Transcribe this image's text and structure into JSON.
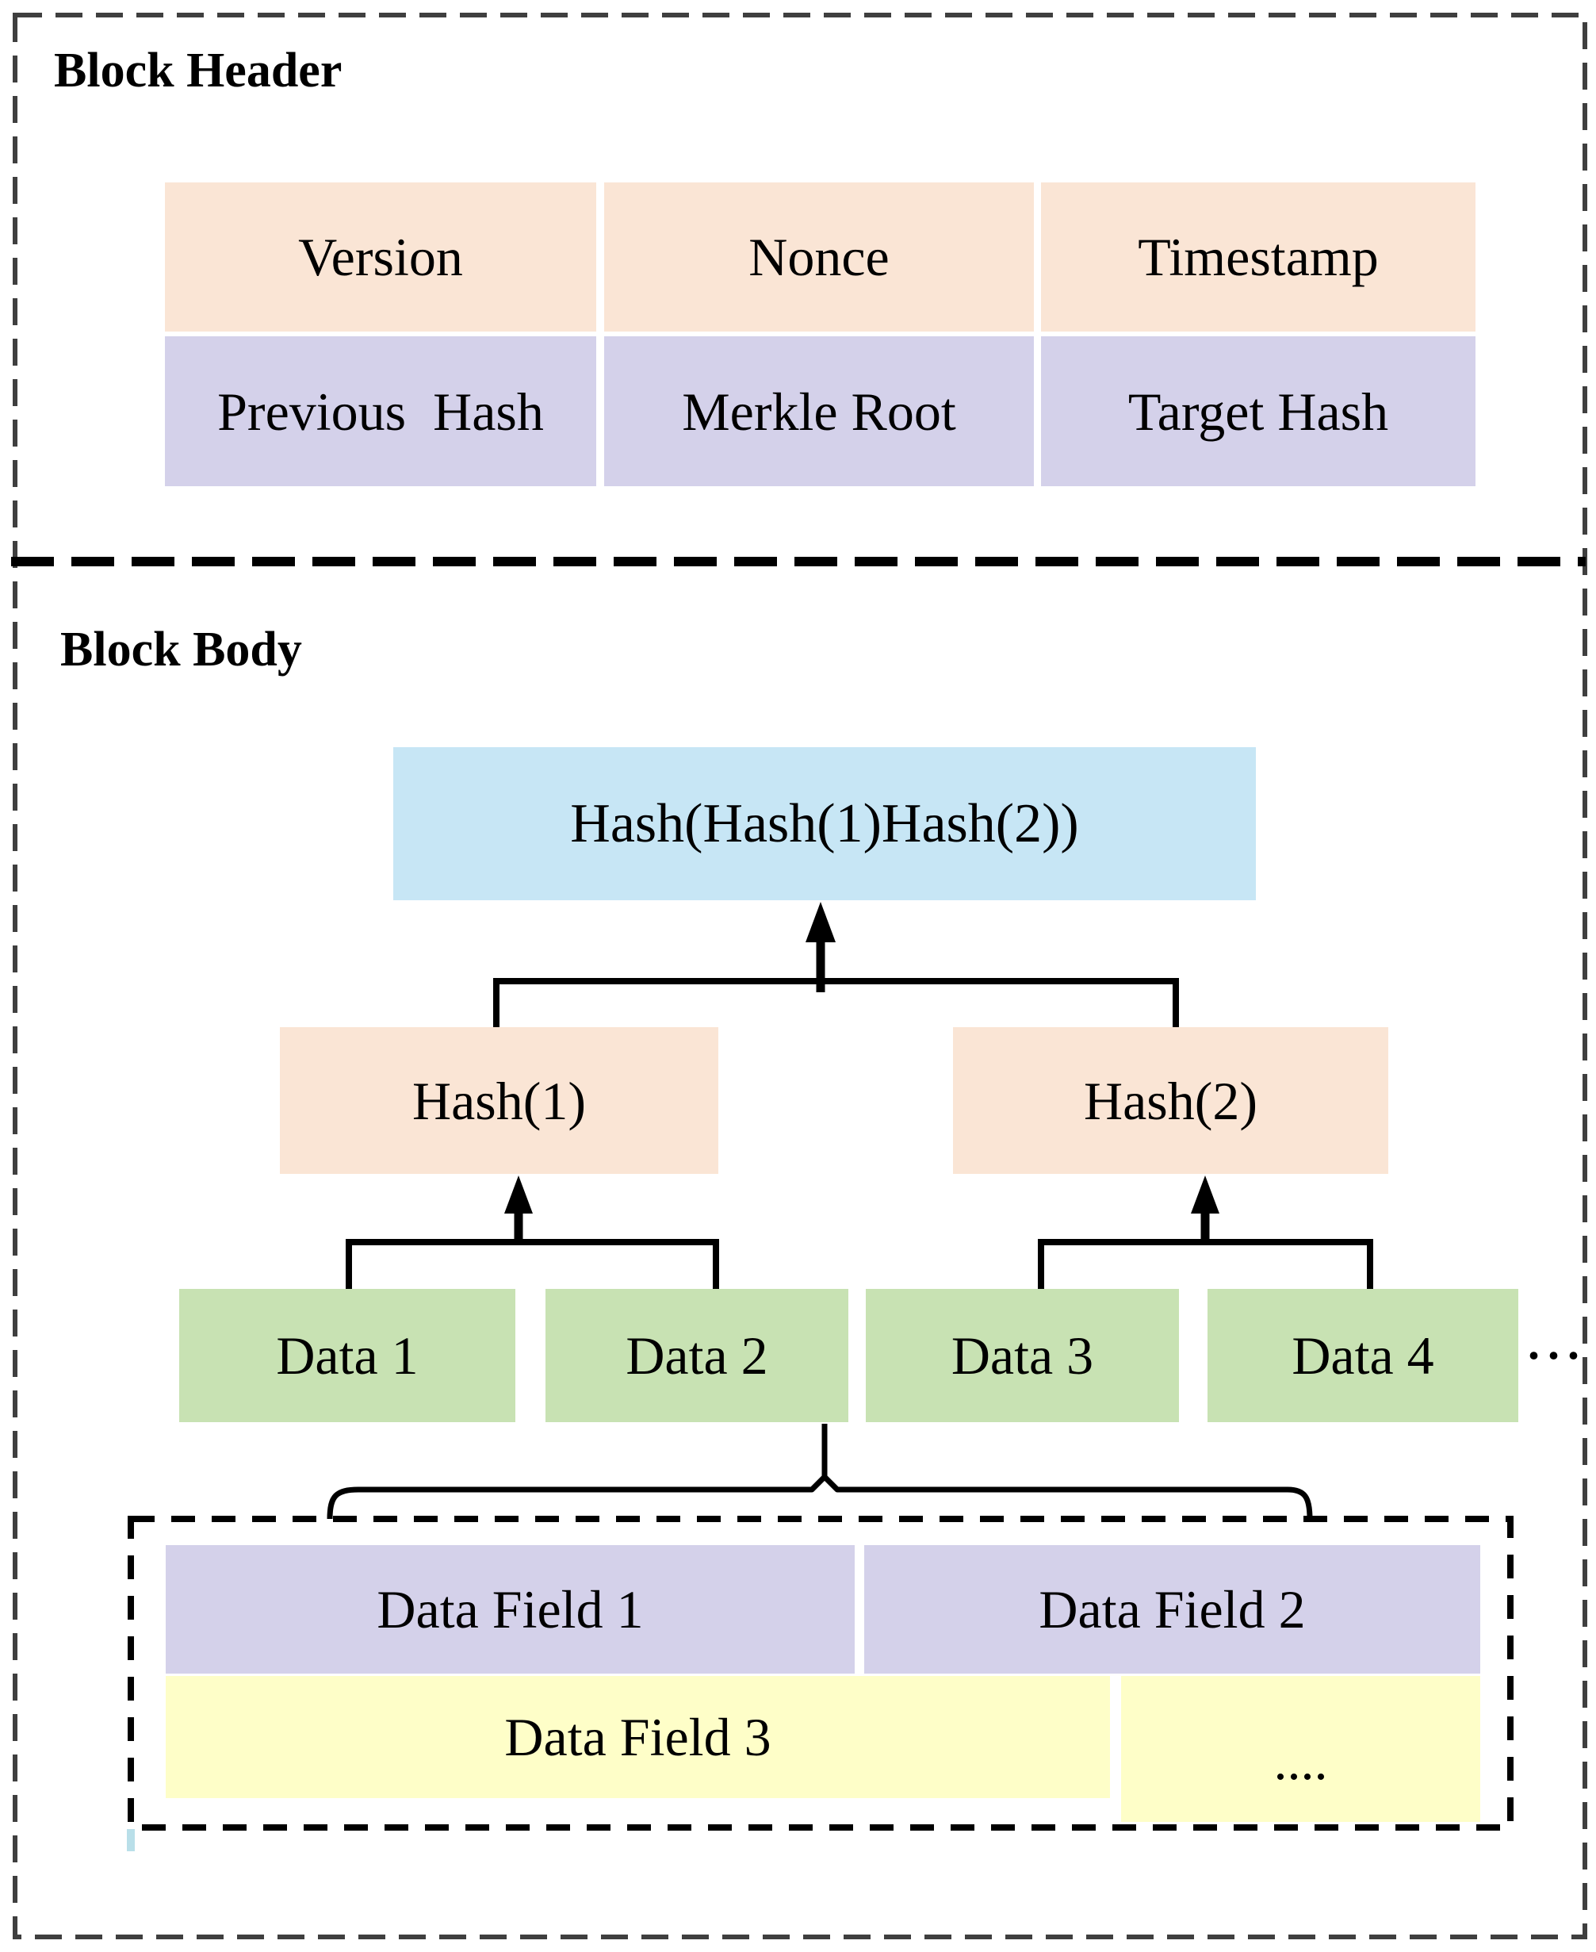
{
  "header": {
    "title": "Block Header",
    "cells": {
      "version": "Version",
      "nonce": "Nonce",
      "timestamp": "Timestamp",
      "previous_hash": "Previous  Hash",
      "merkle_root": "Merkle Root",
      "target_hash": "Target Hash"
    }
  },
  "body": {
    "title": "Block Body",
    "merkle": {
      "root": "Hash(Hash(1)Hash(2))",
      "hash1": "Hash(1)",
      "hash2": "Hash(2)",
      "leaves": [
        "Data 1",
        "Data 2",
        "Data 3",
        "Data 4"
      ],
      "ellipsis": "···"
    },
    "transaction": {
      "field1": "Data Field 1",
      "field2": "Data Field 2",
      "field3": "Data Field 3",
      "more": "...."
    }
  },
  "colors": {
    "peach": "#FAE5D5",
    "lavender": "#D4D1EA",
    "blue": "#C7E6F5",
    "green": "#C8E2B3",
    "yellow": "#FEFEC8",
    "cyan_tick": "#B9DFE9",
    "outer_border": "#3F3F3F",
    "line": "#000000"
  }
}
